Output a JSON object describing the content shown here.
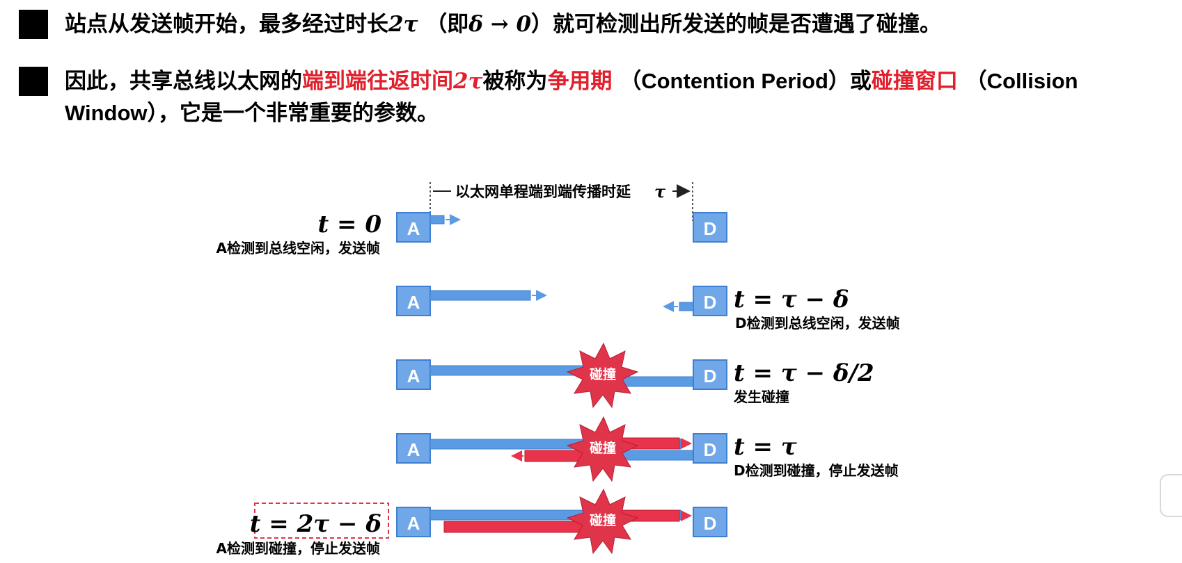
{
  "bullet1": {
    "text_a": "站点从发送帧开始，最多经过时长",
    "math_a": "2τ",
    "text_b": "（即",
    "math_b": "δ → 0",
    "text_c": "）就可检测出所发送的帧是否遭遇了碰撞。"
  },
  "bullet2": {
    "text_a": "因此，共享总线以太网的",
    "red_a": "端到端往返时间",
    "red_math": "2τ",
    "text_b": "被称为",
    "red_b": "争用期",
    "latin_a": "（Contention Period）",
    "text_c": "或",
    "red_c": "碰撞窗口",
    "latin_b": "（Collision",
    "latin_c": "Window）",
    "text_d": "，它是一个非常重要的参数。"
  },
  "diagram": {
    "header": {
      "label": "以太网单程端到端传播时延",
      "symbol": "τ"
    },
    "station_a": "A",
    "station_d": "D",
    "collision_label": "碰撞",
    "rows": [
      {
        "time": "t = 0",
        "desc": "A检测到总线空闲，发送帧",
        "side": "left",
        "boxed": false
      },
      {
        "time": "t = τ − δ",
        "desc": "D检测到总线空闲，发送帧",
        "side": "right",
        "boxed": false
      },
      {
        "time": "t = τ − δ/2",
        "desc": "发生碰撞",
        "side": "right",
        "boxed": false
      },
      {
        "time": "t = τ",
        "desc": "D检测到碰撞，停止发送帧",
        "side": "right",
        "boxed": false
      },
      {
        "time": "t = 2τ − δ",
        "desc": "A检测到碰撞，停止发送帧",
        "side": "left",
        "boxed": true
      }
    ],
    "colors": {
      "station": "#6fa7e8",
      "station_border": "#3f7fcf",
      "frame_a": "#5b9be3",
      "frame_d": "#e8334a",
      "burst": "#e0344a"
    }
  }
}
